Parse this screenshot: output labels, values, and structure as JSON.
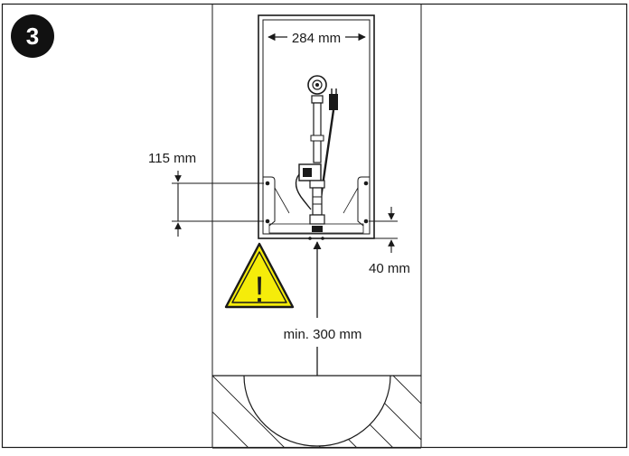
{
  "step": {
    "number": "3"
  },
  "dimensions": {
    "width_label": "284 mm",
    "spacing_label": "115 mm",
    "bottom_offset_label": "40 mm",
    "floor_clearance_label": "min. 300 mm"
  },
  "warning": {
    "symbol": "!"
  },
  "colors": {
    "warning_fill": "#f5ec0a",
    "line": "#1a1a1a",
    "badge": "#111111"
  }
}
